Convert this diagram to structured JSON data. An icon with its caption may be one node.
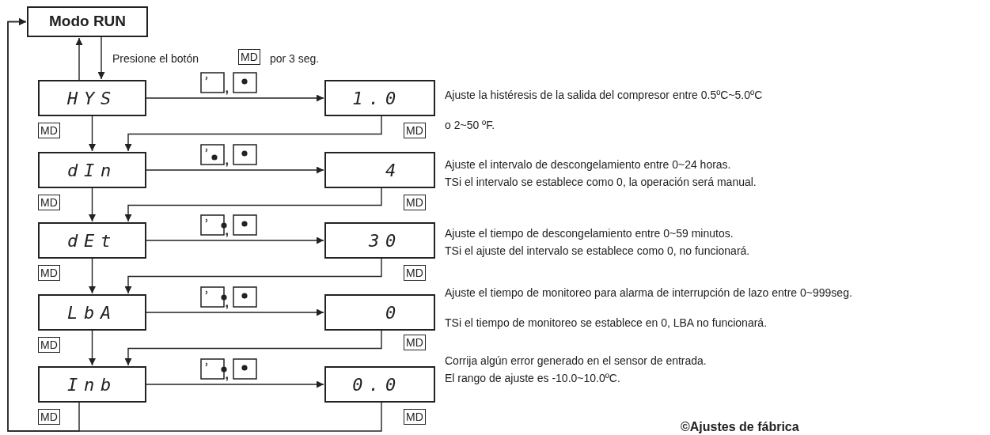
{
  "diagram": {
    "nodes": [
      {
        "text": [
          "Modo RUN"
        ]
      },
      {
        "text": [
          "HYS"
        ]
      },
      {
        "text": [
          "1.0"
        ],
        "beside": [
          "Ajuste la histéresis de la salida del compresor entre 0.5ºC~5.0ºC",
          "o 2~50 ºF."
        ]
      },
      {
        "text": [
          "dIn"
        ]
      },
      {
        "text": [
          "4"
        ],
        "beside": [
          "Ajuste el intervalo de descongelamiento entre 0~24 horas.",
          "TSi el intervalo se establece como 0, la operación será manual."
        ]
      },
      {
        "text": [
          "dEt"
        ]
      },
      {
        "text": [
          "30"
        ],
        "beside": [
          "Ajuste el tiempo de descongelamiento entre 0~59 minutos.",
          "TSi el ajuste del intervalo se establece como 0, no funcionará."
        ]
      },
      {
        "text": [
          "LbA"
        ]
      },
      {
        "text": [
          "0"
        ],
        "beside": [
          "Ajuste el tiempo de monitoreo para alarma de interrupción de lazo entre 0~999seg.",
          "TSi el tiempo de monitoreo se establece en 0, LBA no funcionará."
        ]
      },
      {
        "text": [
          "Inb"
        ]
      },
      {
        "text": [
          "0.0"
        ],
        "beside": [
          "Corrija algún error generado en el sensor de entrada.",
          "El rango de ajuste es -10.0~10.0ºC."
        ]
      }
    ],
    "edges": [
      {
        "from": 0,
        "to": 1,
        "arrow": "to"
      },
      {
        "from": 1,
        "to": 0,
        "arrow": "to"
      },
      {
        "from": 1,
        "to": 2,
        "arrow": "to",
        "label": ","
      },
      {
        "from": 1,
        "to": 3,
        "arrow": "to"
      },
      {
        "from": 2,
        "to": 3,
        "arrow": "to"
      },
      {
        "from": 3,
        "to": 4,
        "arrow": "to",
        "label": ","
      },
      {
        "from": 3,
        "to": 5,
        "arrow": "to"
      },
      {
        "from": 4,
        "to": 5,
        "arrow": "to"
      },
      {
        "from": 5,
        "to": 6,
        "arrow": "to",
        "label": ","
      },
      {
        "from": 5,
        "to": 7,
        "arrow": "to"
      },
      {
        "from": 6,
        "to": 7,
        "arrow": "to"
      },
      {
        "from": 7,
        "to": 8,
        "arrow": "to",
        "label": ","
      },
      {
        "from": 7,
        "to": 9,
        "arrow": "to"
      },
      {
        "from": 8,
        "to": 9,
        "arrow": "to"
      },
      {
        "from": 9,
        "to": 10,
        "arrow": "to",
        "label": ","
      },
      {
        "from": 9,
        "to": 0,
        "arrow": "to"
      },
      {
        "from": 10,
        "to": 0,
        "arrow": "to"
      }
    ],
    "labels": [
      "Presione el botón",
      "MD",
      "por 3 seg.",
      "MD",
      "MD",
      "MD",
      "MD",
      "MD",
      "MD",
      "MD",
      "MD",
      "MD",
      "MD",
      "©Ajustes de fábrica"
    ]
  }
}
